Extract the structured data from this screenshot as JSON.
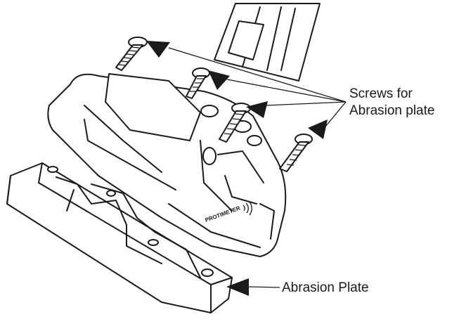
{
  "labels": {
    "screws": [
      "Screws for",
      "Abrasion plate"
    ],
    "plate": "Abrasion Plate"
  },
  "logo_text": "PROTIMETER",
  "colors": {
    "line": "#1a1a1a",
    "background": "#ffffff"
  }
}
